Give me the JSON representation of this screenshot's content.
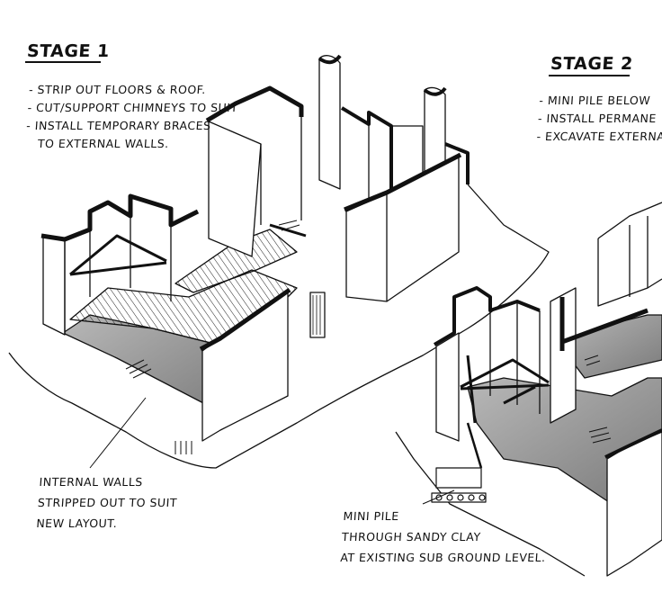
{
  "stage1": {
    "title": "STAGE 1",
    "notes": [
      "- STRIP OUT FLOORS & ROOF.",
      "- CUT/SUPPORT CHIMNEYS TO SUIT",
      "- INSTALL TEMPORARY BRACES",
      "  TO EXTERNAL WALLS."
    ],
    "callout": [
      "INTERNAL WALLS",
      "STRIPPED OUT TO SUIT",
      "NEW LAYOUT."
    ]
  },
  "stage2": {
    "title": "STAGE 2",
    "notes": [
      "- MINI PILE BELOW",
      "- INSTALL PERMANE",
      "- EXCAVATE EXTERNA"
    ],
    "callout": [
      "MINI PILE",
      "THROUGH SANDY CLAY",
      "AT EXISTING SUB GROUND LEVEL."
    ]
  },
  "colors": {
    "ink": "#111111",
    "wall_cap": "#2a2a2a",
    "ground_shade": "#9a9a9a",
    "paper": "#ffffff"
  }
}
